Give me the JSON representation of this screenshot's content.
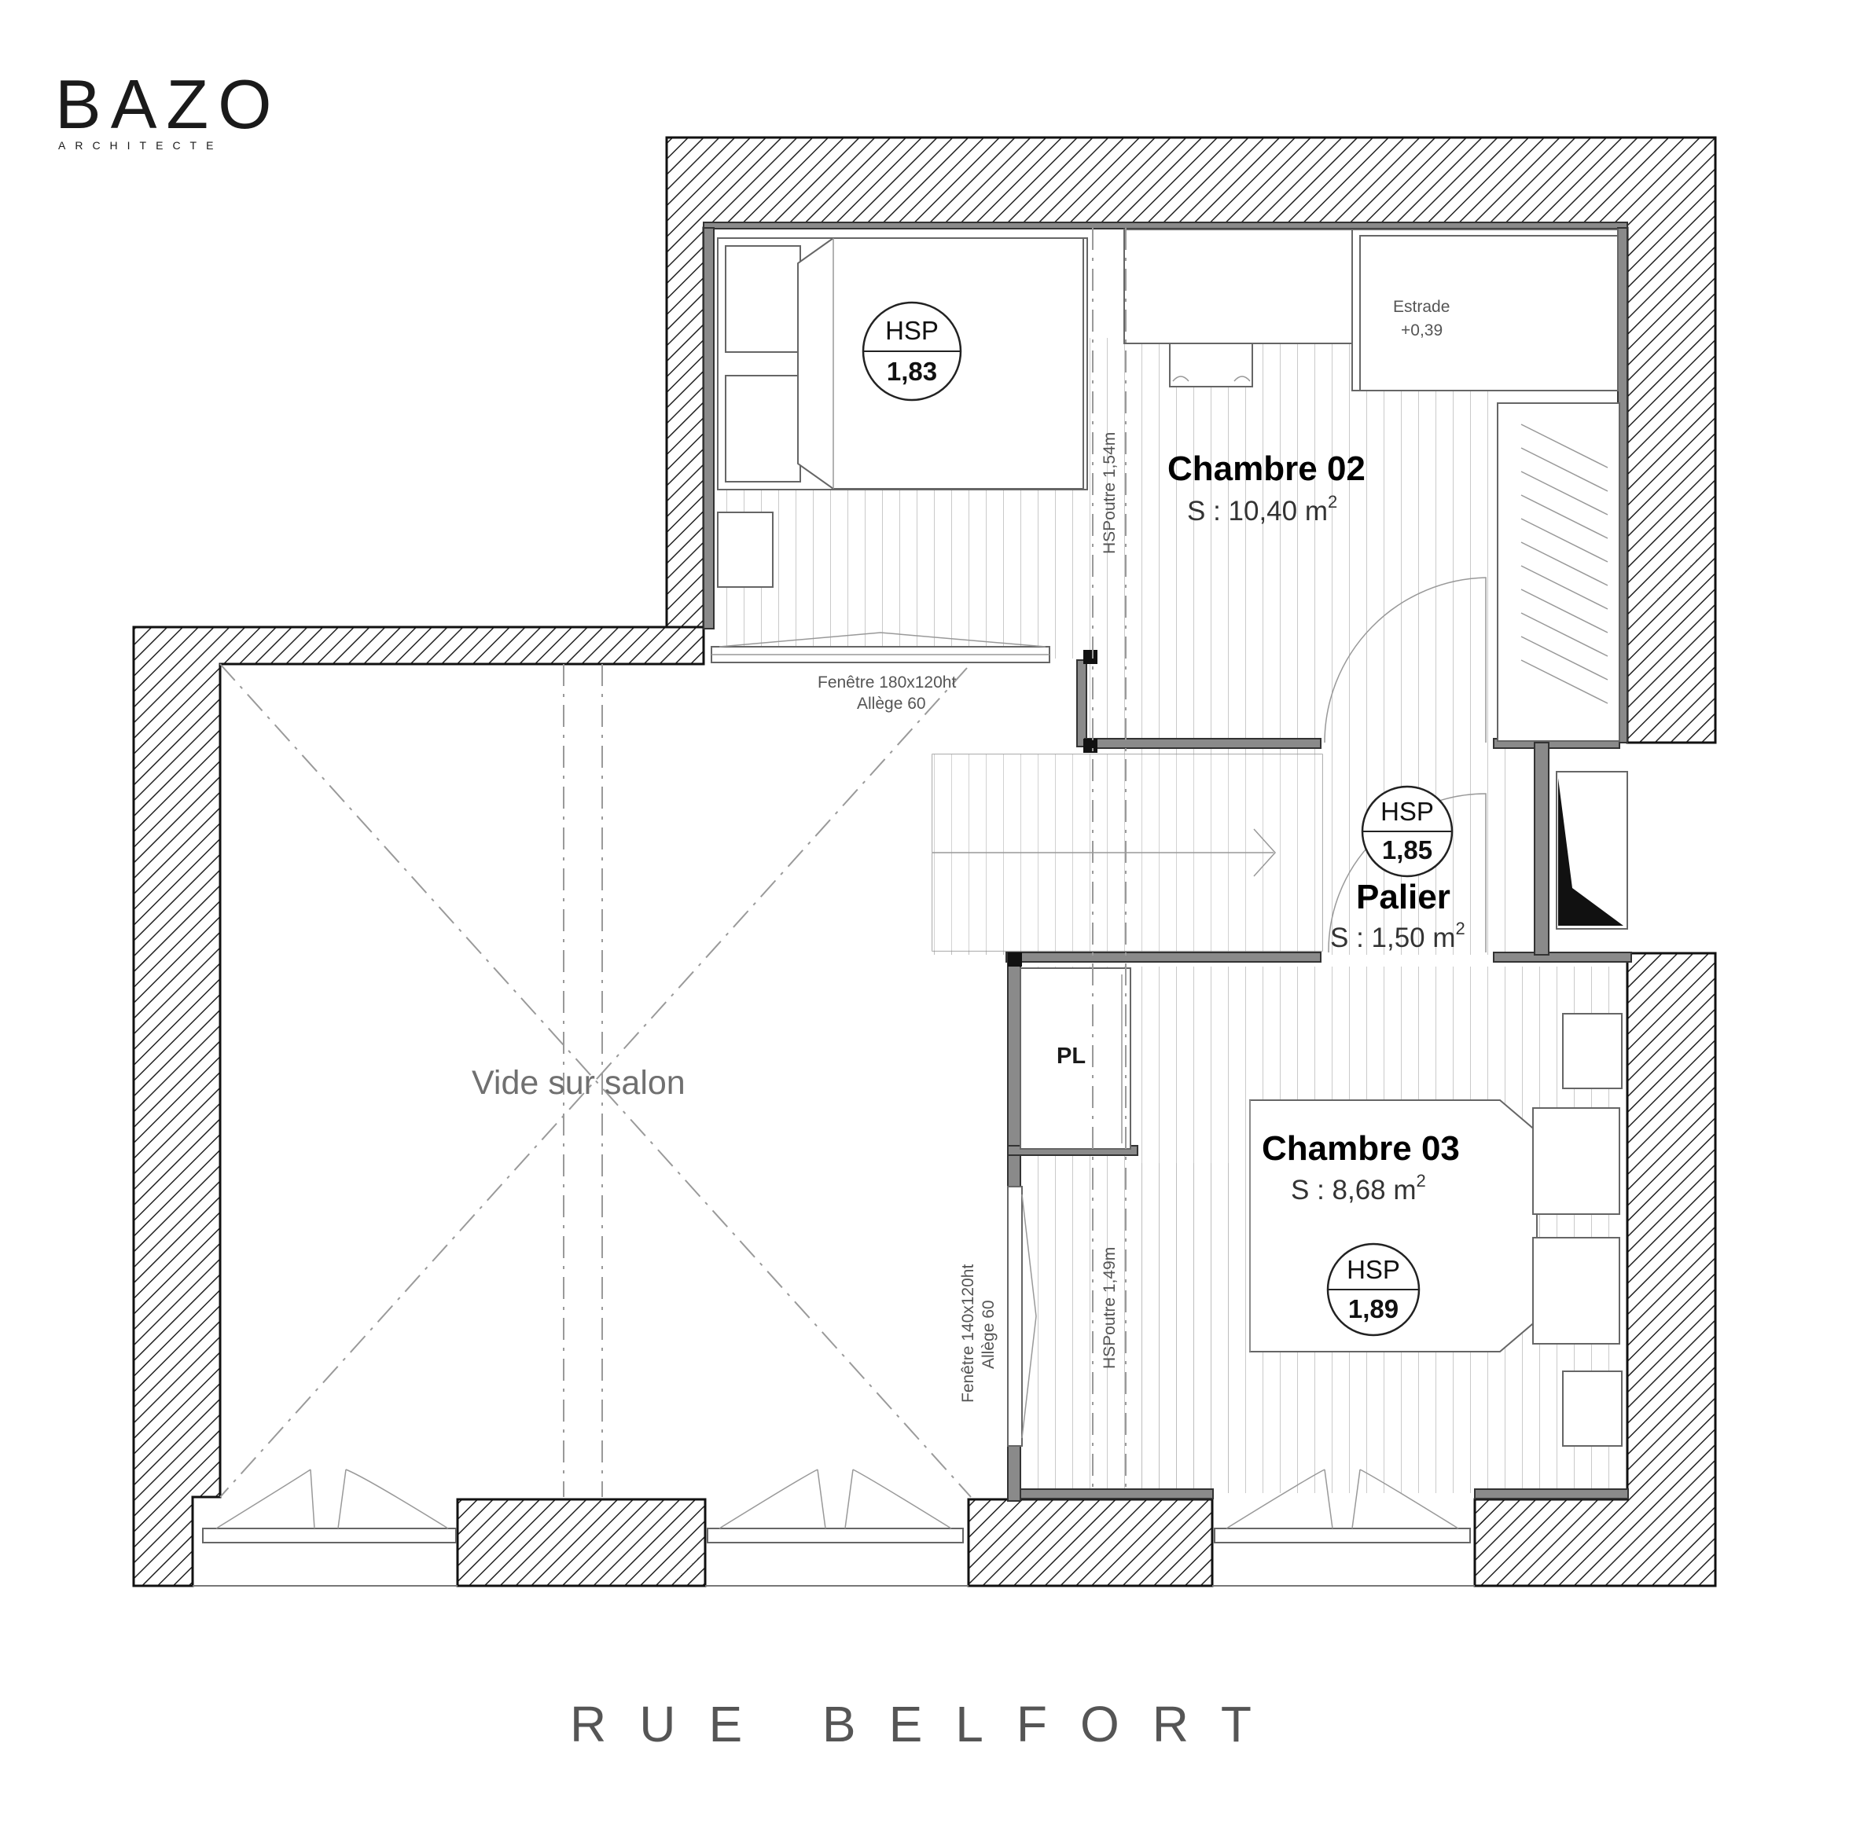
{
  "logo": {
    "name": "BAZO",
    "subtitle": "ARCHITECTE"
  },
  "street": "RUE BELFORT",
  "rooms": {
    "chambre02": {
      "name": "Chambre 02",
      "area": "S : 10,40 m",
      "sup": "2"
    },
    "chambre03": {
      "name": "Chambre 03",
      "area": "S : 8,68 m",
      "sup": "2"
    },
    "palier": {
      "name": "Palier",
      "area": "S : 1,50 m",
      "sup": "2"
    },
    "pl": "PL",
    "void": "Vide sur salon",
    "estrade": {
      "line1": "Estrade",
      "line2": "+0,39"
    }
  },
  "hsp": [
    {
      "label": "HSP",
      "value": "1,83"
    },
    {
      "label": "HSP",
      "value": "1,85"
    },
    {
      "label": "HSP",
      "value": "1,89"
    }
  ],
  "annotations": {
    "window_top": {
      "line1": "Fenêtre 180x120ht",
      "line2": "Allège 60"
    },
    "window_left": {
      "line1": "Fenêtre 140x120ht",
      "line2": "Allège 60"
    },
    "beam_top": "HSPoutre 1,54m",
    "beam_bottom": "HSPoutre 1,49m"
  }
}
